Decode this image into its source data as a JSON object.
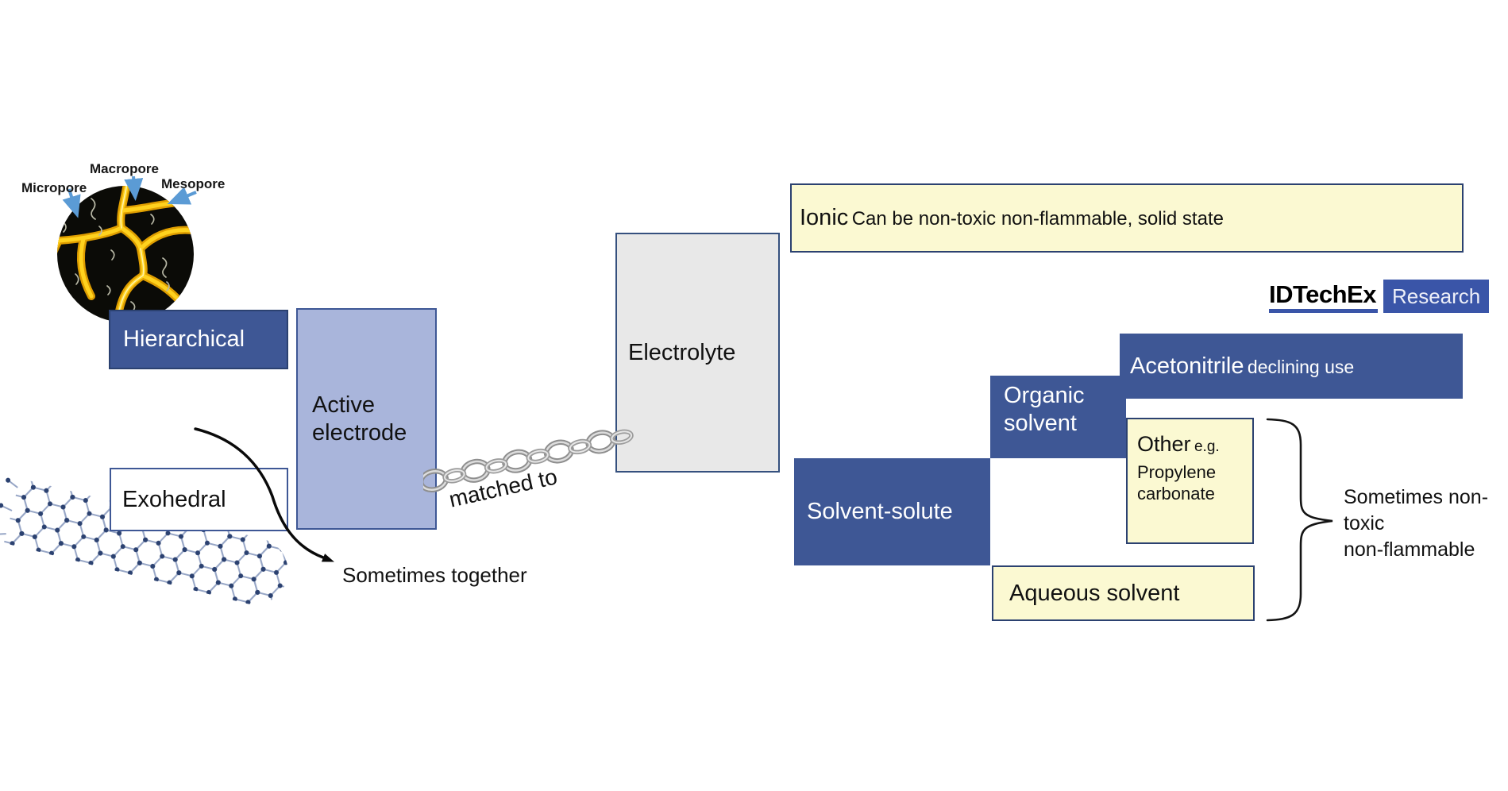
{
  "colors": {
    "dark_blue": "#3E5795",
    "navy_border": "#2B4170",
    "light_blue_fill": "#A9B5DB",
    "pale_yellow": "#FBF9D2",
    "gray_fill": "#E8E8E8",
    "logo_blue": "#3A55A8",
    "label_arrow_blue": "#5B9BD5",
    "pore_crack_yellow": "#FFD21E"
  },
  "pore_diagram": {
    "macropore_label": "Macropore",
    "micropore_label": "Micropore",
    "mesopore_label": "Mesopore"
  },
  "electrode_column": {
    "hierarchical": "Hierarchical",
    "active_electrode": "Active electrode",
    "exohedral": "Exohedral"
  },
  "electrolyte_column": {
    "electrolyte": "Electrolyte",
    "ionic_title": "Ionic",
    "ionic_note": "Can be non-toxic non-flammable, solid state",
    "solvent_solute": "Solvent-solute",
    "organic_solvent": "Organic solvent",
    "acetonitrile_title": "Acetonitrile",
    "acetonitrile_note": "declining use",
    "other_title": "Other",
    "other_eg": "e.g.",
    "other_detail": "Propylene carbonate",
    "aqueous_solvent": "Aqueous solvent"
  },
  "annotations": {
    "matched_to": "matched to",
    "sometimes_together": "Sometimes together",
    "brace_note_line1": "Sometimes non-",
    "brace_note_line2": "toxic",
    "brace_note_line3": "non-flammable"
  },
  "logo": {
    "brand": "IDTechEx",
    "suffix": "Research"
  },
  "images": {
    "pore_structure": "porous-carbon-micrograph",
    "carbon_nanotube": "carbon-nanotube-render",
    "chain": "chain-link-image",
    "curved_arrow": "curved-arrow",
    "brace": "right-curly-brace"
  }
}
